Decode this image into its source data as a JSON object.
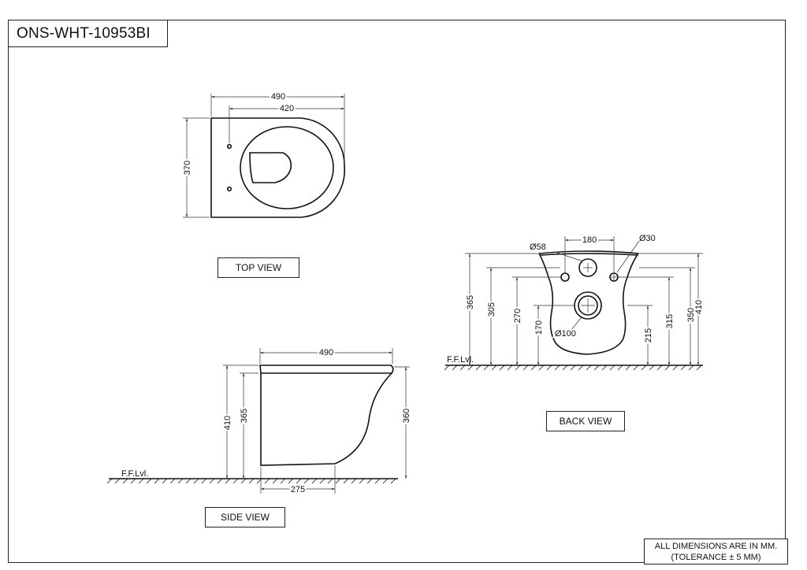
{
  "drawing": {
    "code": "ONS-WHT-10953BI",
    "note_line1": "ALL DIMENSIONS ARE IN MM.",
    "note_line2": "(TOLERANCE ± 5 MM)"
  },
  "top_view": {
    "label": "TOP VIEW",
    "width_overall": "490",
    "width_inner": "420",
    "depth": "370"
  },
  "side_view": {
    "label": "SIDE VIEW",
    "length": "490",
    "height_overall": "410",
    "height_to_top": "365",
    "height_rear": "360",
    "base_length": "275",
    "floor_label": "F.F.Lvl."
  },
  "back_view": {
    "label": "BACK VIEW",
    "hole_spacing": "180",
    "hole_large_dia": "Ø58",
    "hole_small_dia": "Ø30",
    "outlet_dia": "Ø100",
    "h_365": "365",
    "h_305": "305",
    "h_270": "270",
    "h_170": "170",
    "h_215": "215",
    "h_315": "315",
    "h_350": "350",
    "h_410": "410",
    "floor_label": "F.F.Lvl."
  }
}
